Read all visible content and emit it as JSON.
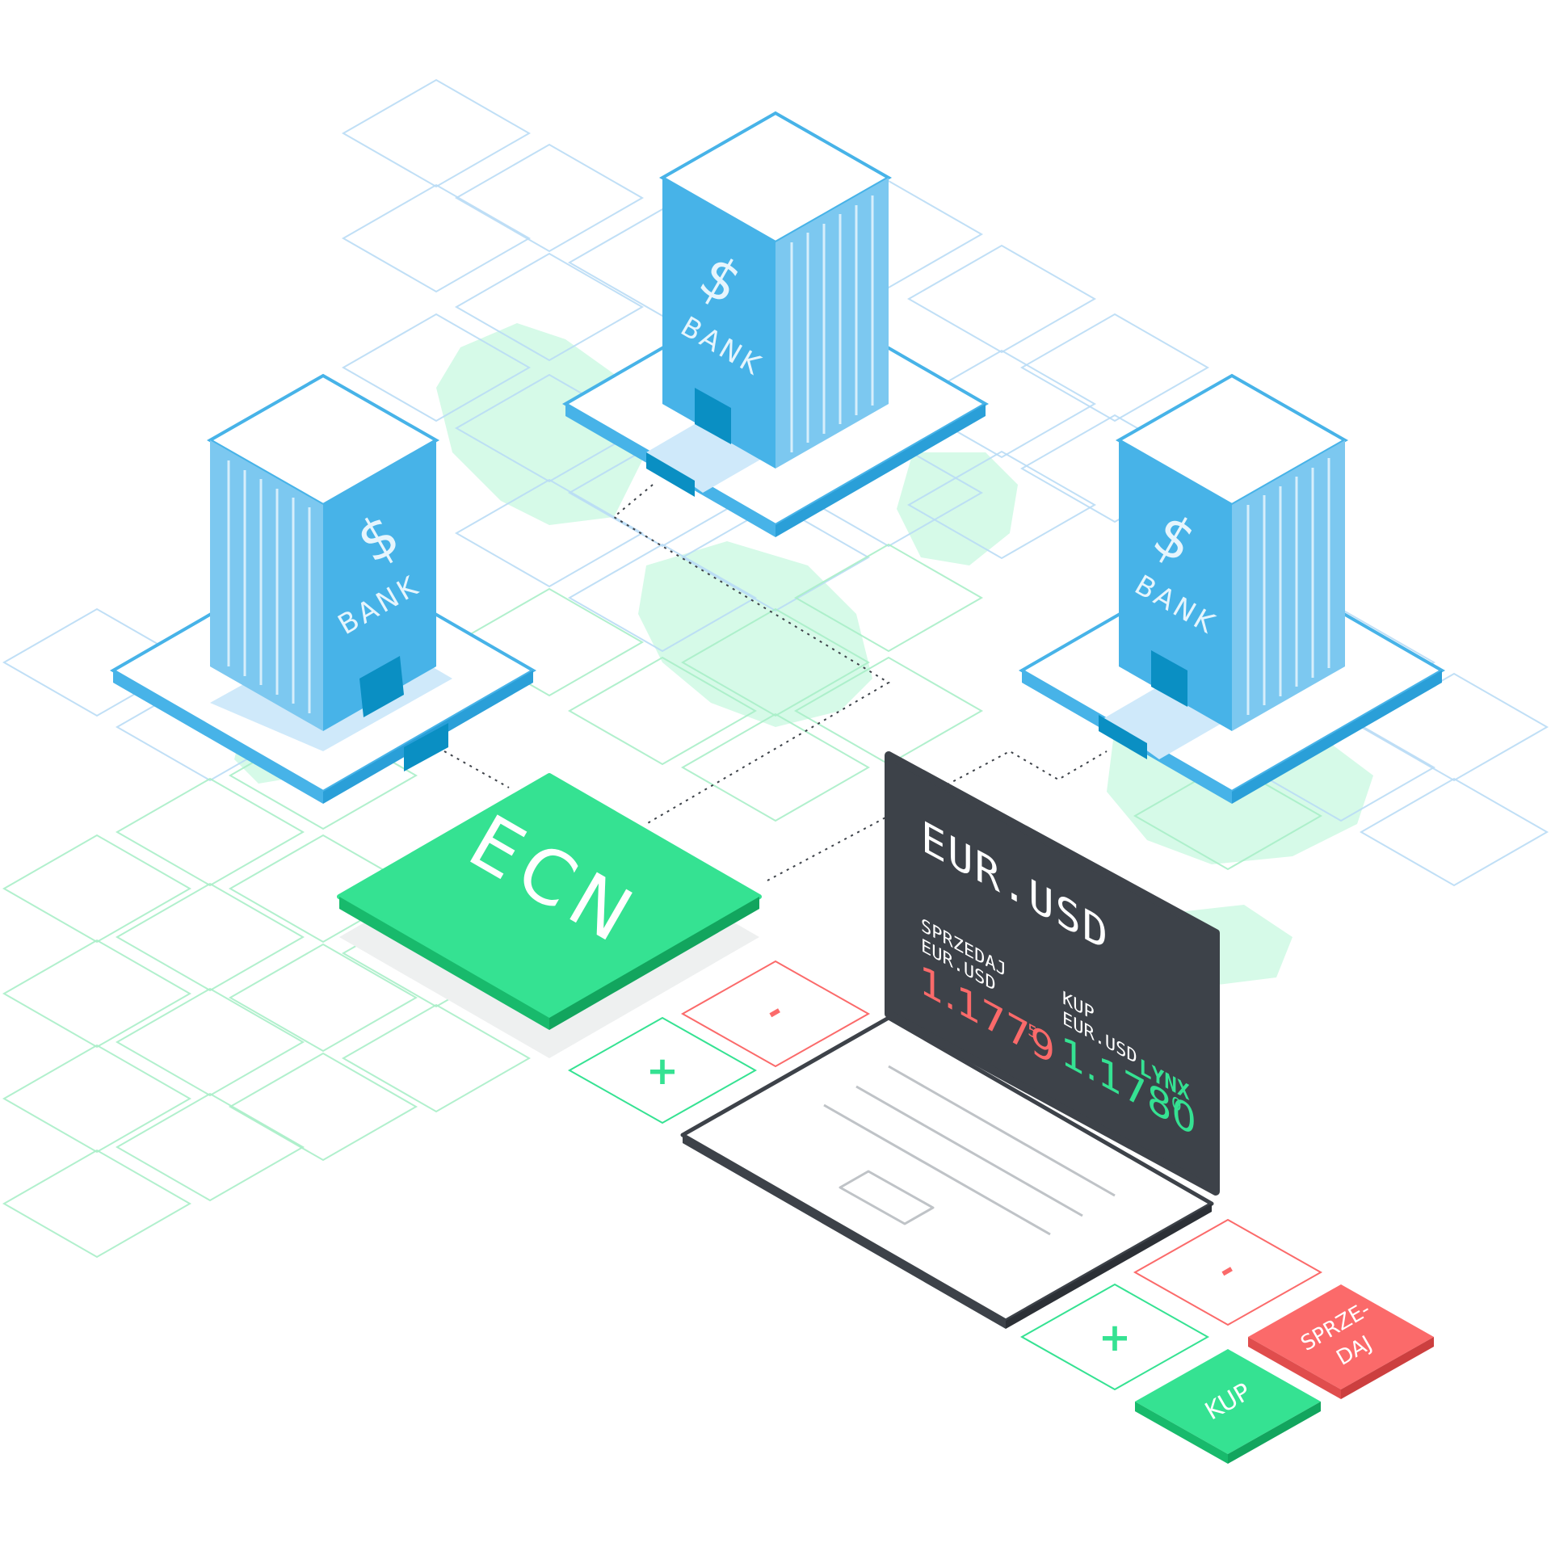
{
  "banks": [
    {
      "dollar": "$",
      "label": "BANK"
    },
    {
      "dollar": "$",
      "label": "BANK"
    },
    {
      "dollar": "$",
      "label": "BANK"
    }
  ],
  "ecn": {
    "label": "ECN"
  },
  "screen": {
    "pair": "EUR.USD",
    "brand": "LYNX",
    "sell_label": "SPRZEDAJ",
    "sell_pair": "EUR.USD",
    "sell_price": "1.1779",
    "sell_pip": "5",
    "buy_label": "KUP",
    "buy_pair": "EUR.USD",
    "buy_price": "1.1780",
    "buy_pip": "0"
  },
  "controls": {
    "minus": "-",
    "plus": "+",
    "buy_button": "KUP",
    "sell_button_line1": "SPRZE-",
    "sell_button_line2": "DAJ"
  },
  "colors": {
    "bank_blue": "#47b3e8",
    "bank_blue_light": "#7cc8f0",
    "bank_blue_dark": "#0a8fc3",
    "ecn_green": "#35e292",
    "ecn_green_dark": "#18ba6c",
    "sell_red": "#fb6a6a",
    "screen_dark": "#3d4249",
    "map_green": "#d6fae8",
    "grid_blue": "#b9dcf5",
    "grid_green": "#a9eec8"
  }
}
